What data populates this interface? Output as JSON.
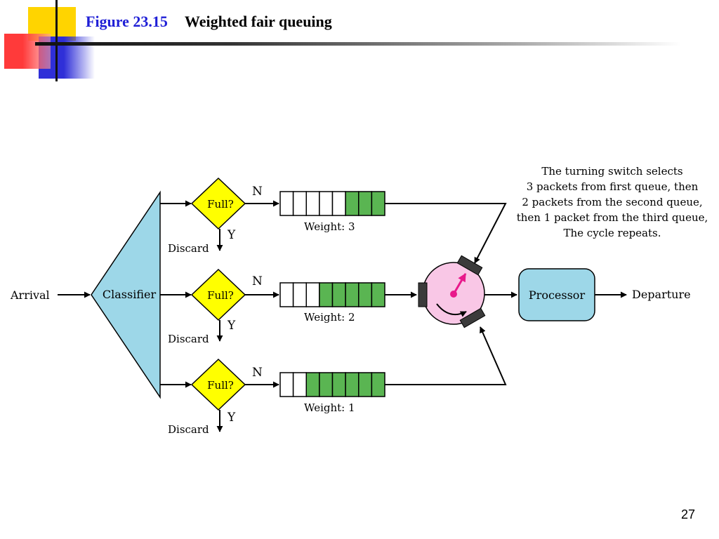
{
  "slide": {
    "figure_number": "Figure 23.15",
    "figure_title": "Weighted fair queuing",
    "page_number": "27"
  },
  "diagram": {
    "arrival": "Arrival",
    "classifier": "Classifier",
    "processor": "Processor",
    "departure": "Departure",
    "queues": [
      {
        "decision": "Full?",
        "yes": "Y",
        "no": "N",
        "discard": "Discard",
        "weight": "Weight: 3",
        "filled_slots": 3,
        "total_slots": 8
      },
      {
        "decision": "Full?",
        "yes": "Y",
        "no": "N",
        "discard": "Discard",
        "weight": "Weight: 2",
        "filled_slots": 5,
        "total_slots": 8
      },
      {
        "decision": "Full?",
        "yes": "Y",
        "no": "N",
        "discard": "Discard",
        "weight": "Weight: 1",
        "filled_slots": 6,
        "total_slots": 8
      }
    ],
    "note": [
      "The turning switch selects",
      "3 packets from first queue, then",
      "2 packets from the second queue,",
      "then 1 packet from the third queue,",
      "The cycle repeats."
    ]
  },
  "colors": {
    "classifier": "#9dd7e8",
    "processor": "#9dd7e8",
    "decision": "#ffff00",
    "filled_slot": "#5ab552",
    "switch": "#f9c7e6",
    "needle": "#e8198b",
    "title_blue": "#1f1fd6"
  }
}
